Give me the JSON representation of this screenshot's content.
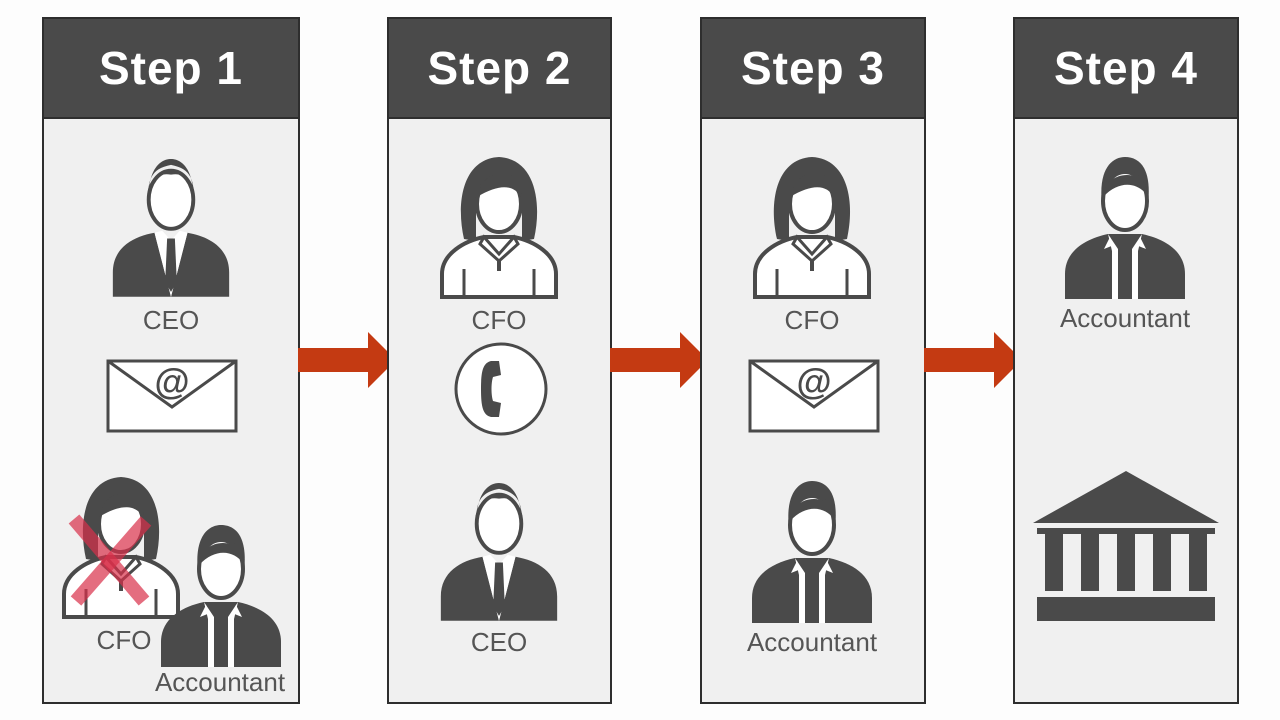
{
  "colors": {
    "header_bg": "#4a4a4a",
    "panel_bg": "#f0f0f0",
    "icon": "#4a4a4a",
    "arrow": "#c43a12",
    "cross": "#d9304a"
  },
  "steps": [
    {
      "title": "Step 1",
      "items": [
        {
          "icon": "male-executive-icon",
          "label": "CEO"
        },
        {
          "icon": "email-envelope-icon",
          "label": ""
        },
        {
          "icon": "female-person-crossed-out-icon",
          "label": "CFO"
        },
        {
          "icon": "male-worker-icon",
          "label": "Accountant"
        }
      ]
    },
    {
      "title": "Step 2",
      "items": [
        {
          "icon": "female-person-icon",
          "label": "CFO"
        },
        {
          "icon": "phone-call-icon",
          "label": ""
        },
        {
          "icon": "male-executive-icon",
          "label": "CEO"
        }
      ]
    },
    {
      "title": "Step 3",
      "items": [
        {
          "icon": "female-person-icon",
          "label": "CFO"
        },
        {
          "icon": "email-envelope-icon",
          "label": ""
        },
        {
          "icon": "male-worker-icon",
          "label": "Accountant"
        }
      ]
    },
    {
      "title": "Step 4",
      "items": [
        {
          "icon": "male-worker-icon",
          "label": "Accountant"
        },
        {
          "icon": "bank-building-icon",
          "label": ""
        }
      ]
    }
  ],
  "arrows": [
    "right-arrow-icon",
    "right-arrow-icon",
    "right-arrow-icon"
  ]
}
